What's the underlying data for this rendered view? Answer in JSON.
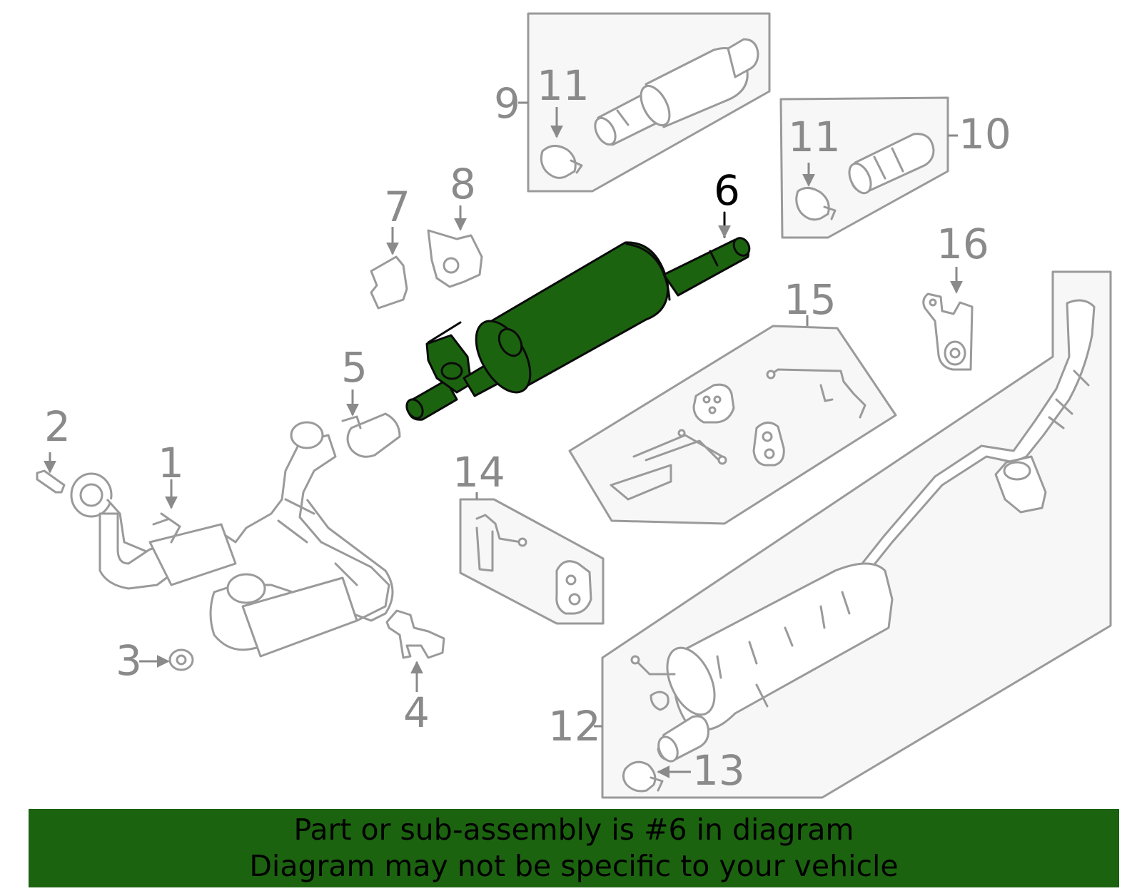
{
  "diagram": {
    "highlighted_part": "6",
    "highlight_color": "#1c6310",
    "callouts": [
      "1",
      "2",
      "3",
      "4",
      "5",
      "6",
      "7",
      "8",
      "9",
      "10",
      "11",
      "11",
      "12",
      "13",
      "14",
      "15",
      "16"
    ]
  },
  "banner": {
    "line1": "Part or sub-assembly is #6 in diagram",
    "line2": "Diagram may not be specific to your vehicle"
  }
}
